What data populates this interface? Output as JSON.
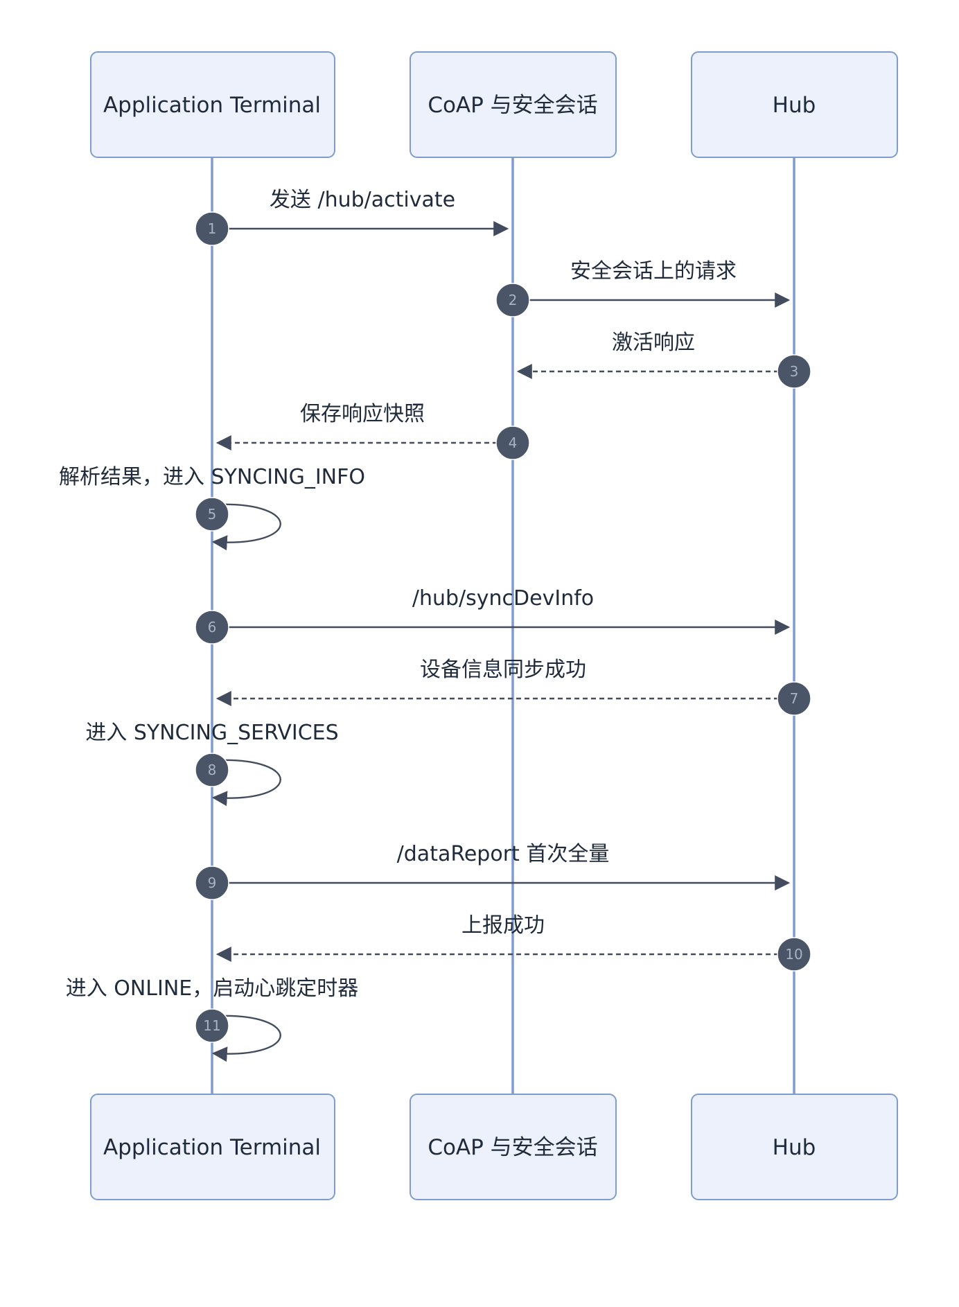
{
  "participants": [
    {
      "id": "app",
      "label": "Application Terminal"
    },
    {
      "id": "coap",
      "label": "CoAP 与安全会话"
    },
    {
      "id": "hub",
      "label": "Hub"
    }
  ],
  "messages": [
    {
      "num": "1",
      "from": "app",
      "to": "coap",
      "label": "发送 /hub/activate",
      "style": "solid"
    },
    {
      "num": "2",
      "from": "coap",
      "to": "hub",
      "label": "安全会话上的请求",
      "style": "solid"
    },
    {
      "num": "3",
      "from": "hub",
      "to": "coap",
      "label": "激活响应",
      "style": "dashed"
    },
    {
      "num": "4",
      "from": "coap",
      "to": "app",
      "label": "保存响应快照",
      "style": "dashed"
    },
    {
      "num": "5",
      "from": "app",
      "to": "app",
      "label": "解析结果，进入 SYNCING_INFO",
      "style": "self"
    },
    {
      "num": "6",
      "from": "app",
      "to": "hub",
      "label": "/hub/syncDevInfo",
      "style": "solid"
    },
    {
      "num": "7",
      "from": "hub",
      "to": "app",
      "label": "设备信息同步成功",
      "style": "dashed"
    },
    {
      "num": "8",
      "from": "app",
      "to": "app",
      "label": "进入 SYNCING_SERVICES",
      "style": "self"
    },
    {
      "num": "9",
      "from": "app",
      "to": "hub",
      "label": "/dataReport 首次全量",
      "style": "solid"
    },
    {
      "num": "10",
      "from": "hub",
      "to": "app",
      "label": "上报成功",
      "style": "dashed"
    },
    {
      "num": "11",
      "from": "app",
      "to": "app",
      "label": "进入 ONLINE，启动心跳定时器",
      "style": "self"
    }
  ],
  "colors": {
    "actor_fill": "#ecf1fc",
    "actor_stroke": "#7f9ccf",
    "lifeline": "#7f9ccf",
    "arrow": "#434c5e",
    "badge": "#4a5568"
  }
}
